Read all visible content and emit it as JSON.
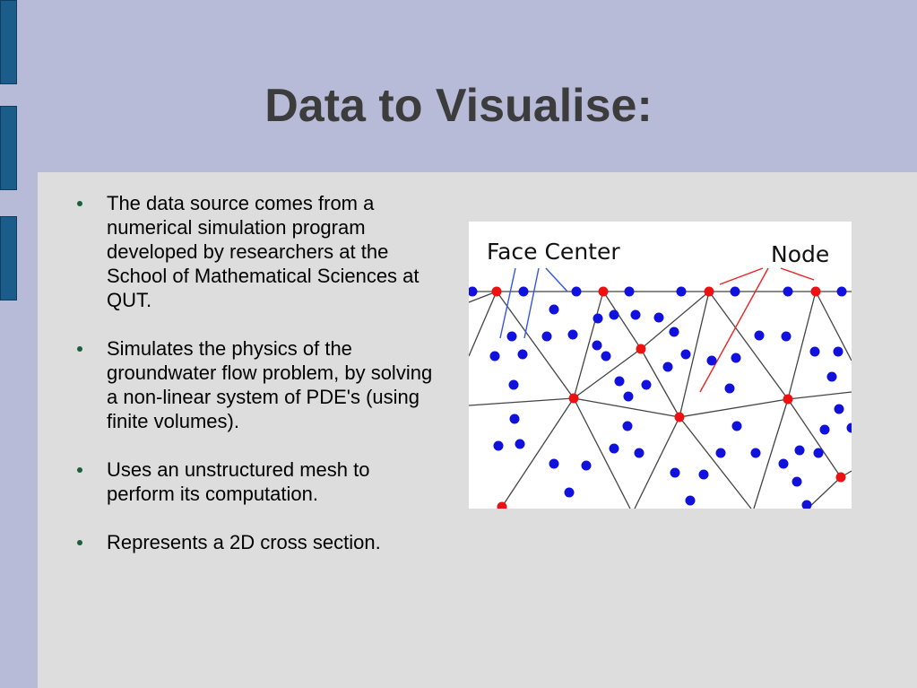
{
  "slide": {
    "title": "Data to Visualise:",
    "bullets": [
      "The data source comes from a numerical simulation program developed by researchers at the School of Mathematical Sciences at QUT.",
      "Simulates the physics of the groundwater flow problem, by solving a non-linear system of PDE's (using finite volumes).",
      "Uses an unstructured mesh to perform its computation.",
      "Represents a 2D cross section."
    ]
  },
  "figure": {
    "label_face_center": "Face Center",
    "label_node": "Node",
    "colors": {
      "node": "#ee1111",
      "face_center": "#1111dd",
      "edge": "#444444",
      "face_pointer": "#3355ee",
      "node_pointer": "#ee2222"
    }
  }
}
